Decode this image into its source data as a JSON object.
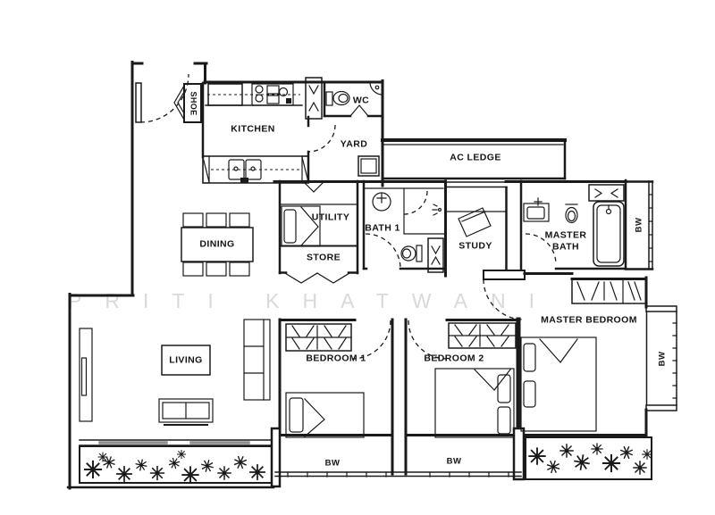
{
  "watermark": "PRITI KHATWANI",
  "rooms": {
    "shoe": "SHOE",
    "kitchen": "KITCHEN",
    "wc": "WC",
    "yard": "YARD",
    "ac_ledge": "AC LEDGE",
    "utility": "UTILITY",
    "store": "STORE",
    "bath1": "BATH 1",
    "study": "STUDY",
    "master_bath": "MASTER\nBATH",
    "dining": "DINING",
    "living": "LIVING",
    "bedroom1": "BEDROOM 1",
    "bedroom2": "BEDROOM 2",
    "master_bedroom": "MASTER BEDROOM"
  },
  "bay_windows": {
    "master_bath": "BW",
    "master_bedroom": "BW",
    "bedroom1": "BW",
    "bedroom2": "BW"
  },
  "colors": {
    "wall": "#1a1a1a",
    "watermark": "#d9d9d9",
    "background": "#ffffff"
  }
}
